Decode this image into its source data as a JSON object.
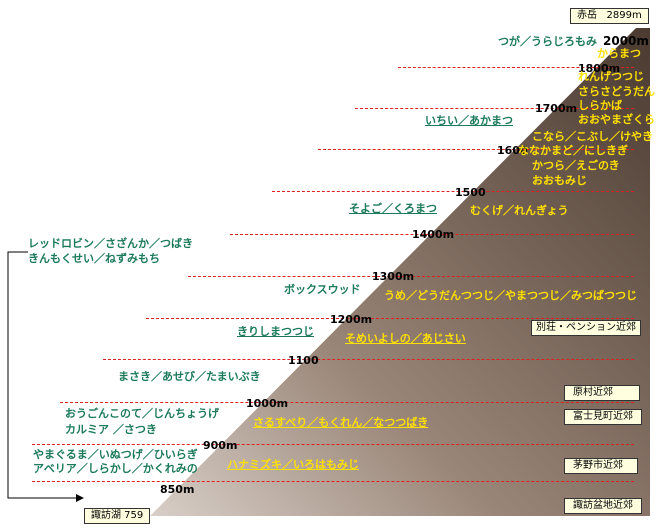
{
  "peak": {
    "name": "赤岳",
    "elevation": "2899m"
  },
  "base": {
    "name": "諏訪湖 759"
  },
  "altitudes": [
    "2000m",
    "1800m",
    "1700m",
    "1600",
    "1500",
    "1400m",
    "1300m",
    "1200m",
    "1100",
    "1000m",
    "900m",
    "850m"
  ],
  "left_species": [
    "つが／うらじろもみ",
    "いちい／あかまつ",
    "そよご／くろまつ",
    "ボックスウッド",
    "きりしまつつじ",
    "まさき／あせび／たまいぶき",
    "おうごんこのて／じんちょうげ",
    "カルミア ／さつき",
    "やまぐるま／いぬつげ／ひいらぎ",
    "アベリア／しらかし／かくれみの"
  ],
  "right_species": [
    "からまつ",
    "れんげつつじ",
    "さらさどうだん",
    "しらかば",
    "おおやまざくら",
    "こなら／こぶし／けやき",
    "ななかまど／にしきぎ",
    "かつら／えごのき",
    "おおもみじ",
    "むくげ／れんぎょう",
    "うめ／どうだんつつじ／やまつつじ／みつばつつじ",
    "そめいよしの／あじさい",
    "さるすべり／もくれん／なつつばき",
    "ハナミズキ／いろはもみじ"
  ],
  "note": [
    "レッドロビン／さざんか／つばき",
    "きんもくせい／ねずみもち"
  ],
  "zones": [
    "別荘・ペンション近郊",
    "原村近郊",
    "富士見町近郊",
    "茅野市近郊",
    "諏訪盆地近郊"
  ],
  "colors": {
    "dash": "#e02020",
    "green": "#1a7a5a",
    "yellow": "#ffe000",
    "box": "#ffffe0"
  }
}
